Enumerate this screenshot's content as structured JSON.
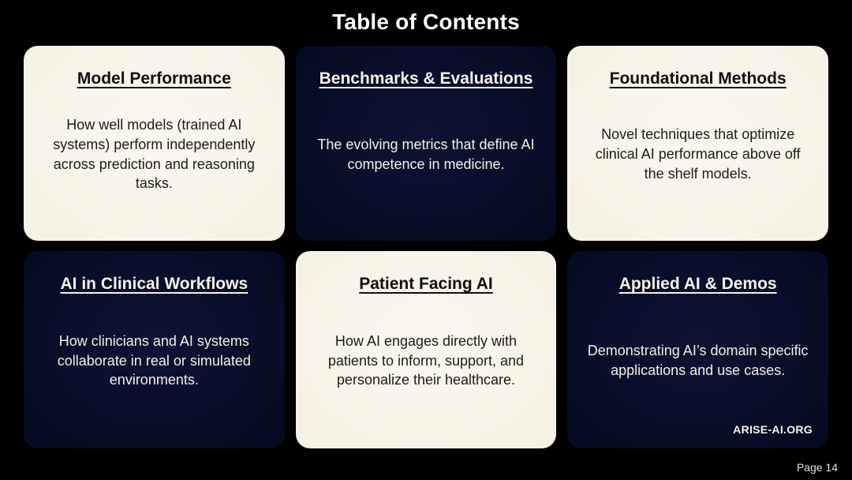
{
  "page": {
    "title": "Table of Contents",
    "page_number": "Page 14"
  },
  "colors": {
    "background": "#000000",
    "card_cream": "#F8F4E9",
    "card_navy": "#0A0F2D",
    "dark_text": "#1C1C1E",
    "light_text": "#F3EFE4",
    "title_text": "#FFFFFF"
  },
  "cards": [
    {
      "title": "Model Performance",
      "body": "How well models (trained AI systems) perform independently across prediction and reasoning tasks.",
      "theme": "light"
    },
    {
      "title": "Benchmarks & Evaluations",
      "body": "The evolving metrics that define AI competence in medicine.",
      "theme": "dark"
    },
    {
      "title": "Foundational Methods",
      "body": "Novel techniques that optimize clinical AI performance above off the shelf models.",
      "theme": "light"
    },
    {
      "title": "AI in Clinical Workflows",
      "body": "How clinicians and AI systems collaborate in real or simulated environments.",
      "theme": "dark"
    },
    {
      "title": "Patient Facing AI",
      "body": "How AI engages directly with patients to inform, support, and personalize their healthcare.",
      "theme": "light"
    },
    {
      "title": "Applied AI & Demos",
      "body": "Demonstrating AI’s domain specific applications and use cases.",
      "theme": "dark",
      "footer": "ARISE-AI.ORG"
    }
  ]
}
